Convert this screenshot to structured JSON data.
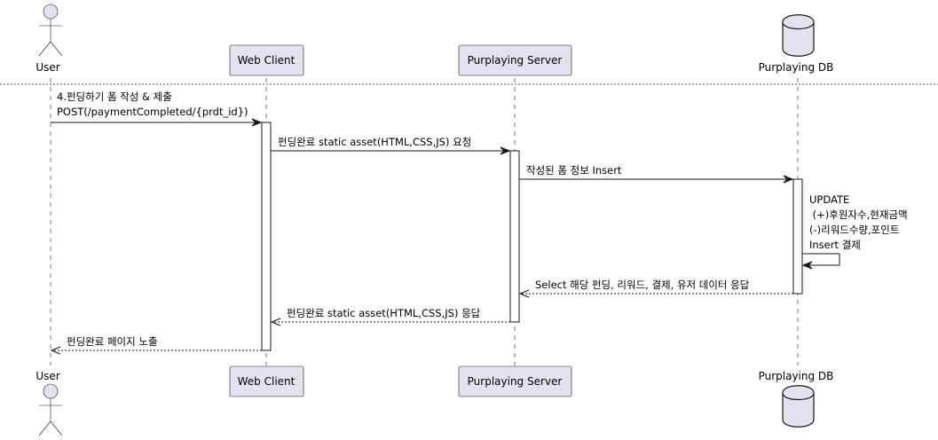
{
  "participants": {
    "user": "User",
    "web_client": "Web Client",
    "server": "Purplaying Server",
    "db": "Purplaying DB"
  },
  "messages": {
    "m1_line1": "4.펀딩하기 폼 작성 & 제출",
    "m1_line2": "POST(/paymentCompleted/{prdt_id})",
    "m2": "펀딩완료 static asset(HTML,CSS,JS) 요청",
    "m3": "작성된 폼 정보 Insert",
    "m4_line1": "UPDATE",
    "m4_line2": " (+)후원자수,현재금액",
    "m4_line3": "(-)리워드수량,포인트",
    "m4_line4": "Insert 결제",
    "m5": "Select 해당 펀딩, 리워드, 결제, 유저 데이터 응답",
    "m6": "펀딩완료 static asset(HTML,CSS,JS) 응답",
    "m7": "펀딩완료 페이지 노출"
  },
  "colors": {
    "participant_fill": "#E2E2F0",
    "line": "#181818",
    "background": "#FFFFFF"
  }
}
